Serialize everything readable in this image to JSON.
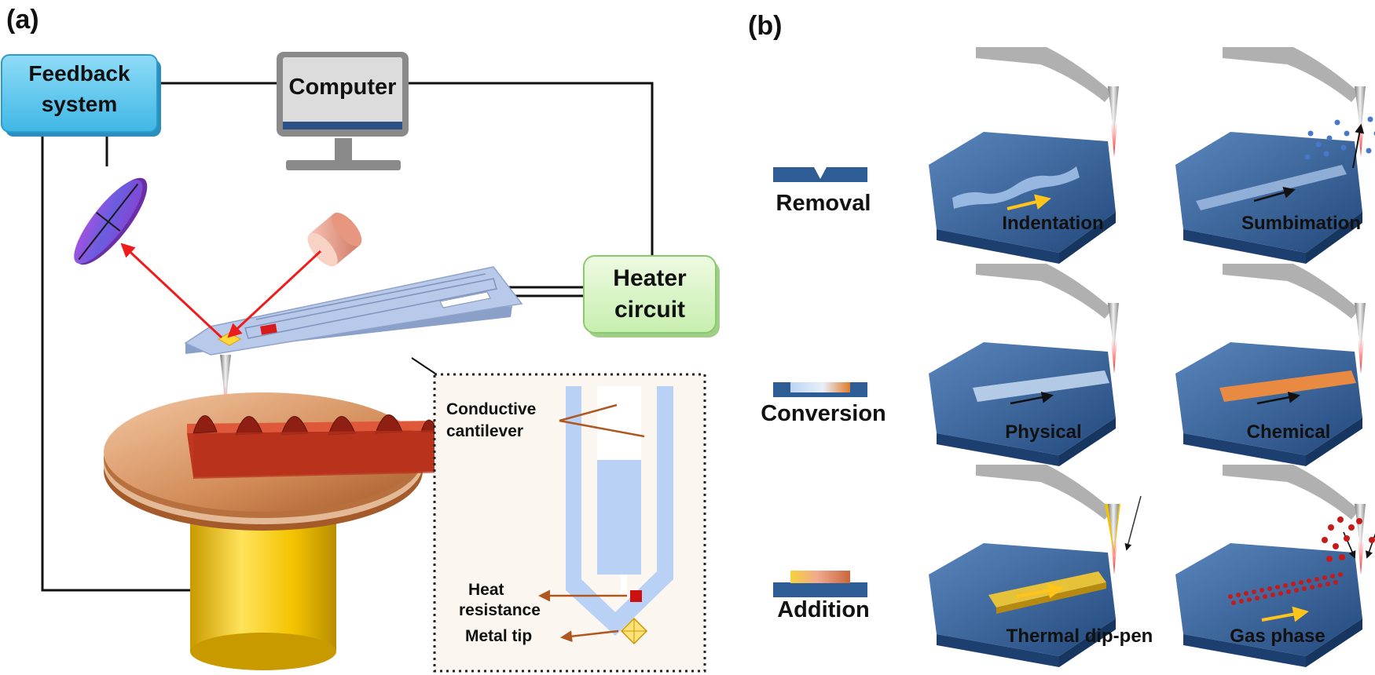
{
  "panel_a": {
    "label": "(a)",
    "feedback_line1": "Feedback",
    "feedback_line2": "system",
    "computer": "Computer",
    "heater_line1": "Heater",
    "heater_line2": "circuit",
    "inset": {
      "conductive_line1": "Conductive",
      "conductive_line2": "cantilever",
      "heat_line1": "Heat",
      "heat_line2": "resistance",
      "metal_tip": "Metal tip"
    }
  },
  "panel_b": {
    "label": "(b)",
    "rows": [
      {
        "category": "Removal",
        "left": "Indentation",
        "right": "Sumbimation"
      },
      {
        "category": "Conversion",
        "left": "Physical",
        "right": "Chemical"
      },
      {
        "category": "Addition",
        "left": "Thermal dip-pen",
        "right": "Gas phase"
      }
    ]
  },
  "colors": {
    "feedback_box": "#5ec8ef",
    "heater_box": "#d9f5c6",
    "cantilever": "#b7c9ea",
    "laser": "#ee1c1c",
    "substrate": "#2e5d96",
    "stage_top": "#cf8a55",
    "pedestal": "#f0c400",
    "lead_arrow": "#b0561f",
    "yellow_arrow": "#ffc51a"
  }
}
